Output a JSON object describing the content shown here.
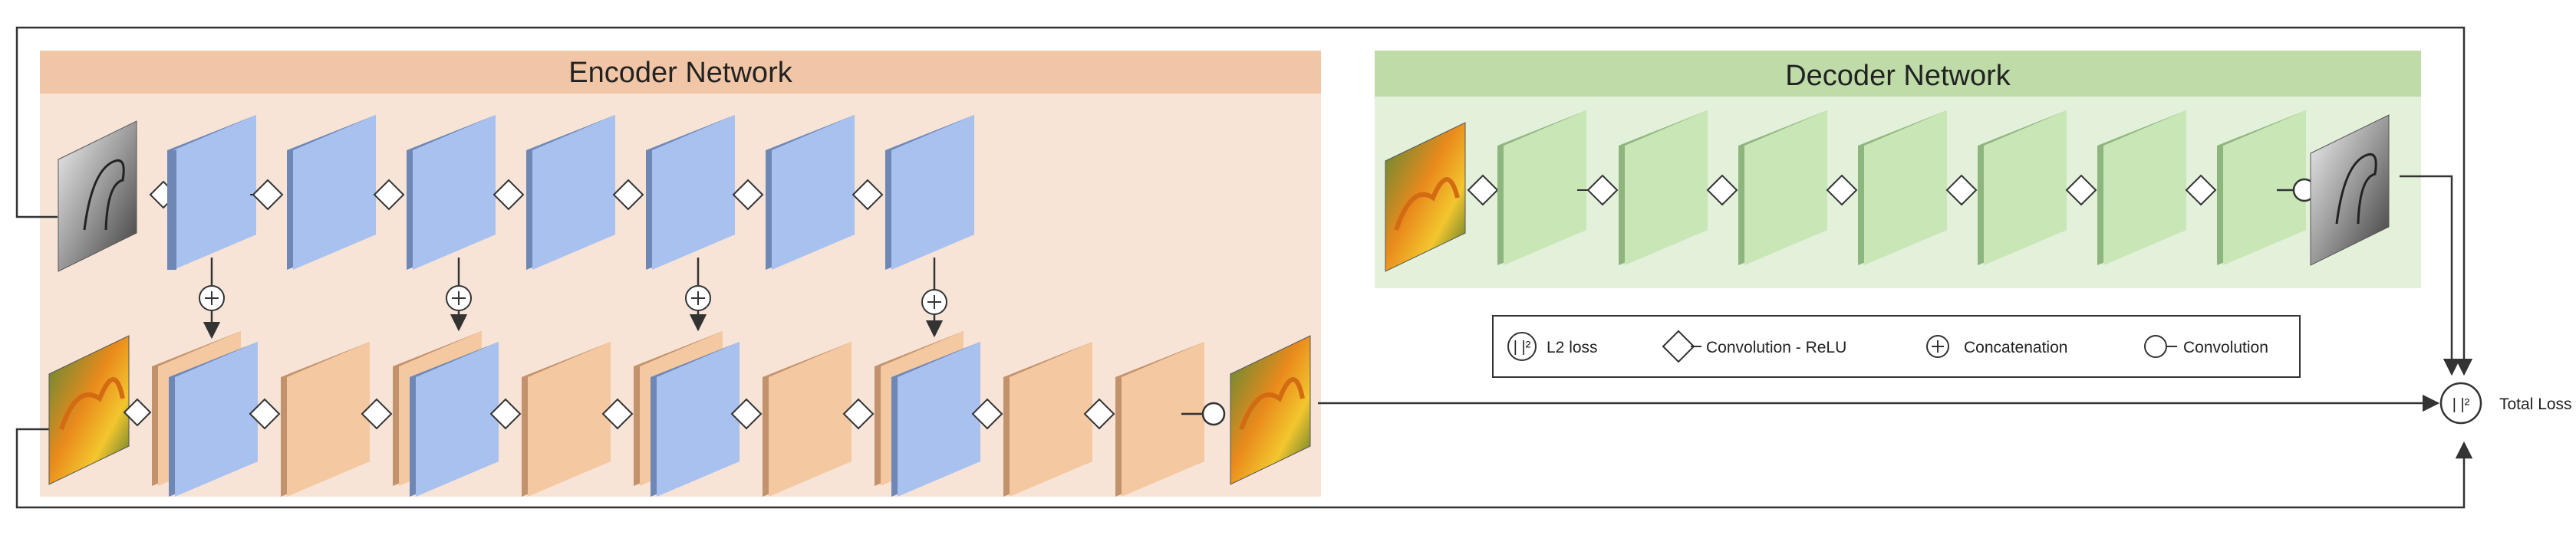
{
  "encoder": {
    "title": "Encoder Network"
  },
  "decoder": {
    "title": "Decoder Network"
  },
  "legend": {
    "l2": "L2 loss",
    "conv_relu": "Convolution - ReLU",
    "concat": "Concatenation",
    "conv": "Convolution"
  },
  "loss": {
    "label": "Total Loss",
    "symbol": "| |²"
  },
  "colors": {
    "encoder_header": "#f1c6a6",
    "encoder_panel": "#f7e4d7",
    "decoder_header": "#bedba8",
    "decoder_panel": "#e3f0da",
    "blue_face": "#a9c1ef",
    "blue_side": "#6e87b5",
    "orange_face": "#f4c8a0",
    "orange_side": "#c2926c",
    "green_face": "#c8e6b6",
    "green_side": "#8fb57e"
  },
  "icons": {
    "cover_image": "bird-photo-icon",
    "secret_image": "parrots-photo-icon"
  }
}
